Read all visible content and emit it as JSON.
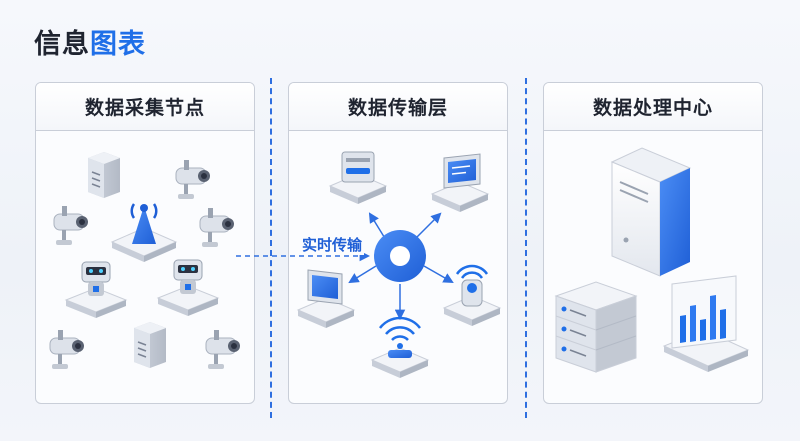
{
  "header": {
    "title_part1": "信息",
    "title_part2": "图表"
  },
  "panels": {
    "collect": {
      "title": "数据采集节点"
    },
    "transmit": {
      "title": "数据传输层"
    },
    "process": {
      "title": "数据处理中心"
    }
  },
  "flow": {
    "label": "实时传输"
  },
  "colors": {
    "accent": "#1f6fe8",
    "border": "#c9ced8",
    "divider": "#2f6fe0"
  },
  "icons": {
    "collect": [
      "server-icon",
      "camera-icon",
      "antenna-icon",
      "robot-icon",
      "server-icon"
    ],
    "transmit": [
      "hub-icon",
      "server-icon",
      "monitor-icon",
      "monitor-icon",
      "wifi-icon",
      "sensor-icon"
    ],
    "process": [
      "tower-server-icon",
      "server-rack-icon",
      "bar-chart-icon"
    ]
  }
}
